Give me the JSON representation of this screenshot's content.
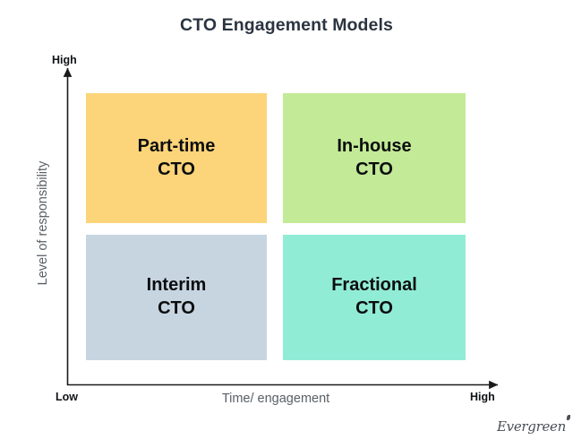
{
  "chart_data": {
    "type": "table",
    "title": "CTO Engagement Models",
    "xlabel": "Time/ engagement",
    "ylabel": "Level of responsibility",
    "x_axis_ticks": [
      "Low",
      "High"
    ],
    "y_axis_ticks": [
      "High"
    ],
    "grid": false,
    "legend": "none",
    "layout": "2x2 quadrant matrix",
    "quadrants": [
      {
        "id": "top-left",
        "label_line1": "Part-time",
        "label_line2": "CTO",
        "color": "#FCD479",
        "x_level": "Low",
        "y_level": "High"
      },
      {
        "id": "top-right",
        "label_line1": "In-house",
        "label_line2": "CTO",
        "color": "#C3EA97",
        "x_level": "High",
        "y_level": "High"
      },
      {
        "id": "bottom-left",
        "label_line1": "Interim",
        "label_line2": "CTO",
        "color": "#C7D5E1",
        "x_level": "Low",
        "y_level": "Low"
      },
      {
        "id": "bottom-right",
        "label_line1": "Fractional",
        "label_line2": "CTO",
        "color": "#91ECD6",
        "x_level": "High",
        "y_level": "Low"
      }
    ]
  },
  "title": "CTO Engagement Models",
  "axes": {
    "y_top_cap": "High",
    "x_left_cap": "Low",
    "x_right_cap": "High",
    "x_label": "Time/ engagement",
    "y_label": "Level of responsibility",
    "line_color": "#1a1a1a"
  },
  "logo": {
    "text": "Evergreen"
  },
  "colors": {
    "title": "#2b3440",
    "axis_text": "#595f66",
    "cap_text": "#111418",
    "quadrant_text": "#0b0d0e",
    "background": "#ffffff"
  }
}
